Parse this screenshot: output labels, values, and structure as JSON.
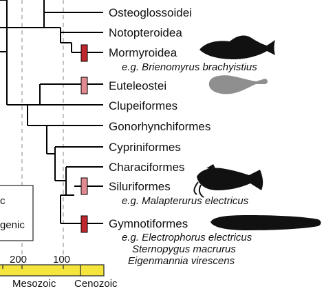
{
  "taxa": {
    "osteoglossoidei": "Osteoglossoidei",
    "notopteroidea": "Notopteroidea",
    "mormyroidea": "Mormyroidea",
    "euteleostei": "Euteleostei",
    "clupeiformes": "Clupeiformes",
    "gonorhynchiformes": "Gonorhynchiformes",
    "cypriniformes": "Cypriniformes",
    "characiformes": "Characiformes",
    "siluriformes": "Siluriformes",
    "gymnotiformes": "Gymnotiformes"
  },
  "examples": {
    "mormyroidea": "e.g. Brienomyrus brachyistius",
    "siluriformes": "e.g. Malapterurus electricus",
    "gymnotiformes_1": "e.g. Electrophorus electricus",
    "gymnotiformes_2": "Sternopygus macrurus",
    "gymnotiformes_3": "Eigenmannia virescens"
  },
  "timeline": {
    "tick_200": "200",
    "tick_100": "100",
    "era_mesozoic": "Mesozoic",
    "era_cenozoic": "Cenozoic"
  },
  "legend": {
    "line_1": "c",
    "line_2": "genic"
  },
  "colors": {
    "strong_origin": "#c0282f",
    "weak_origin": "#e08a91",
    "timeline_fill": "#f4e43c",
    "silhouette_black": "#111111",
    "silhouette_gray": "#8f8f8f",
    "guide_line": "#9a9a9a"
  },
  "icons": {
    "mormyrid": "elephantnose-fish-silhouette",
    "euteleost": "tadpole-fish-silhouette",
    "catfish": "catfish-silhouette",
    "eel": "electric-eel-silhouette"
  }
}
